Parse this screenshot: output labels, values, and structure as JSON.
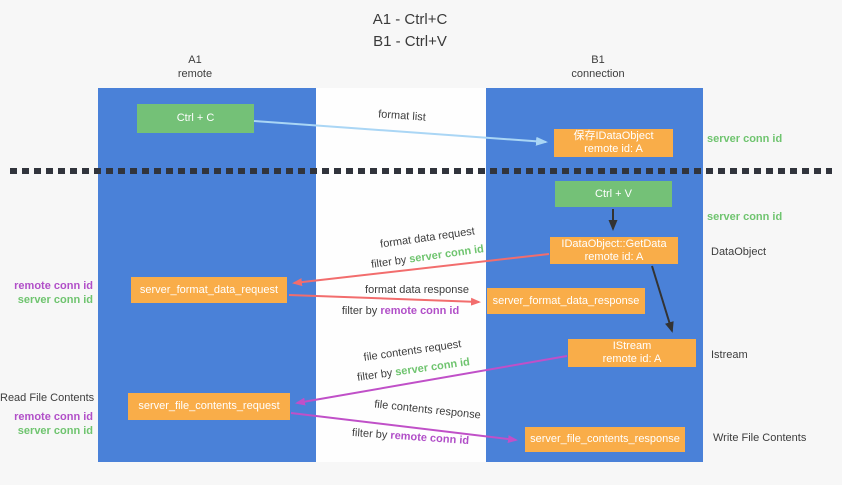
{
  "title": {
    "line1": "A1 - Ctrl+C",
    "line2": "B1 - Ctrl+V"
  },
  "lanes": {
    "left": {
      "name": "A1",
      "role": "remote"
    },
    "right": {
      "name": "B1",
      "role": "connection"
    }
  },
  "nodes": {
    "ctrl_c": {
      "label": "Ctrl + C"
    },
    "save_dataobject": {
      "line1": "保存IDataObject",
      "line2": "remote id: A"
    },
    "ctrl_v": {
      "label": "Ctrl + V"
    },
    "getdata": {
      "line1": "IDataObject::GetData",
      "line2": "remote id: A"
    },
    "format_request": {
      "label": "server_format_data_request"
    },
    "format_response": {
      "label": "server_format_data_response"
    },
    "istream": {
      "line1": "IStream",
      "line2": "remote id: A"
    },
    "file_request": {
      "label": "server_file_contents_request"
    },
    "file_response": {
      "label": "server_file_contents_response"
    }
  },
  "edge_labels": {
    "format_list": "format list",
    "format_data_request": "format data request",
    "format_data_response": "format data response",
    "file_contents_request": "file contents request",
    "file_contents_response": "file contents response",
    "filter_prefix": "filter by ",
    "server_conn_id": "server conn id",
    "remote_conn_id": "remote conn id"
  },
  "side_labels": {
    "server_conn_id_top": "server conn id",
    "server_conn_id_mid": "server conn id",
    "dataobject": "DataObject",
    "istream": "Istream",
    "write_file_contents": "Write File Contents",
    "read_file_contents": "Read File Contents",
    "remote_conn_id_1": "remote conn id",
    "server_conn_id_1": "server conn id",
    "remote_conn_id_2": "remote conn id",
    "server_conn_id_2": "server conn id"
  },
  "colors": {
    "background": "#f7f7f7",
    "lane_blue": "#4a81d8",
    "node_orange": "#f9ad49",
    "node_green": "#74c177",
    "text_green": "#6fc46f",
    "text_purple": "#b14fc8",
    "arrow_red": "#f26d6d",
    "arrow_purple": "#c050c8",
    "arrow_blue": "#aad6f5",
    "arrow_black": "#333333",
    "text_dark": "#3d3d3d"
  }
}
